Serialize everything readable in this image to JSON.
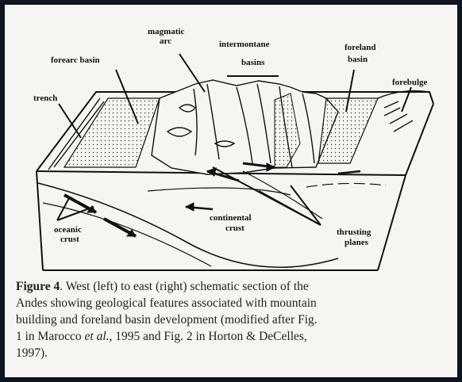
{
  "labels": {
    "forearc_basin": "forearc basin",
    "magmatic_arc_line1": "magmatic",
    "magmatic_arc_line2": "arc",
    "intermontane_line1": "intermontane",
    "intermontane_line2": "basins",
    "foreland_basin_line1": "foreland",
    "foreland_basin_line2": "basin",
    "forebulge": "forebulge",
    "trench": "trench",
    "oceanic_crust_line1": "oceanic",
    "oceanic_crust_line2": "crust",
    "continental_crust_line1": "continental",
    "continental_crust_line2": "crust",
    "thrusting_planes_line1": "thrusting",
    "thrusting_planes_line2": "planes"
  },
  "caption": {
    "figure_label": "Figure 4",
    "line1": ". West (left) to east (right) schematic section of the",
    "line2": "Andes showing geological features associated with mountain",
    "line3": "building and foreland basin development (modified after Fig.",
    "line4_pre": "1 in Marocco ",
    "line4_etal": "et al.",
    "line4_post": ", 1995 and Fig. 2 in Horton & DeCelles,",
    "line5": "1997)."
  }
}
